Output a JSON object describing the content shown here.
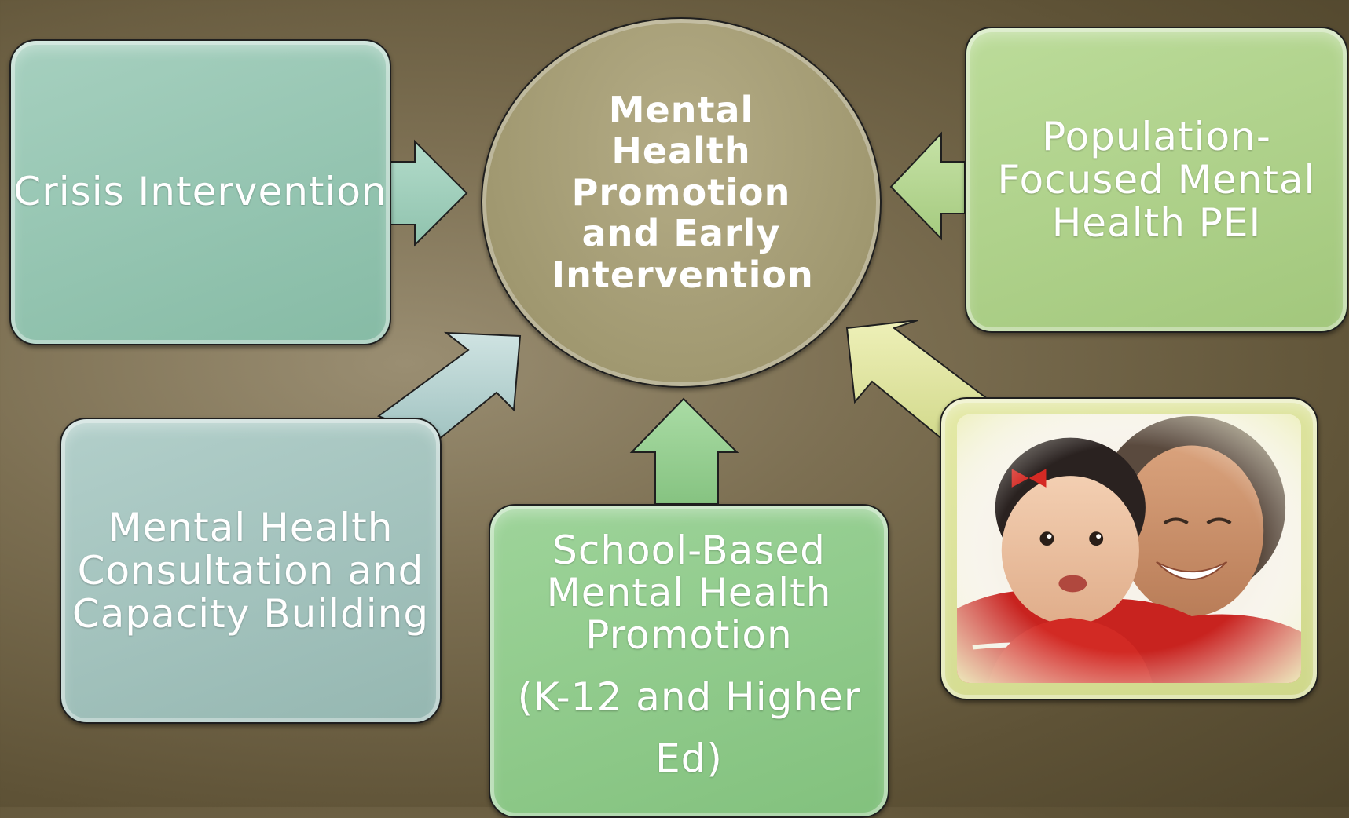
{
  "hub": {
    "title": "Mental Health Promotion and Early Intervention"
  },
  "boxes": {
    "crisis": "Crisis Intervention",
    "population": "Population-Focused Mental Health PEI",
    "consultation": "Mental Health Consultation and Capacity Building",
    "school_main": "School-Based Mental Health Promotion",
    "school_sub": "(K-12 and Higher Ed)"
  },
  "colors": {
    "background": "#6e6248",
    "hub": "#a39b74",
    "crisis": "#8fc2ad",
    "population": "#aacd83",
    "consultation": "#9cbdb7",
    "school": "#89c784",
    "photo_frame": "#d6dd92"
  },
  "photo": {
    "icon": "photo-icon"
  }
}
